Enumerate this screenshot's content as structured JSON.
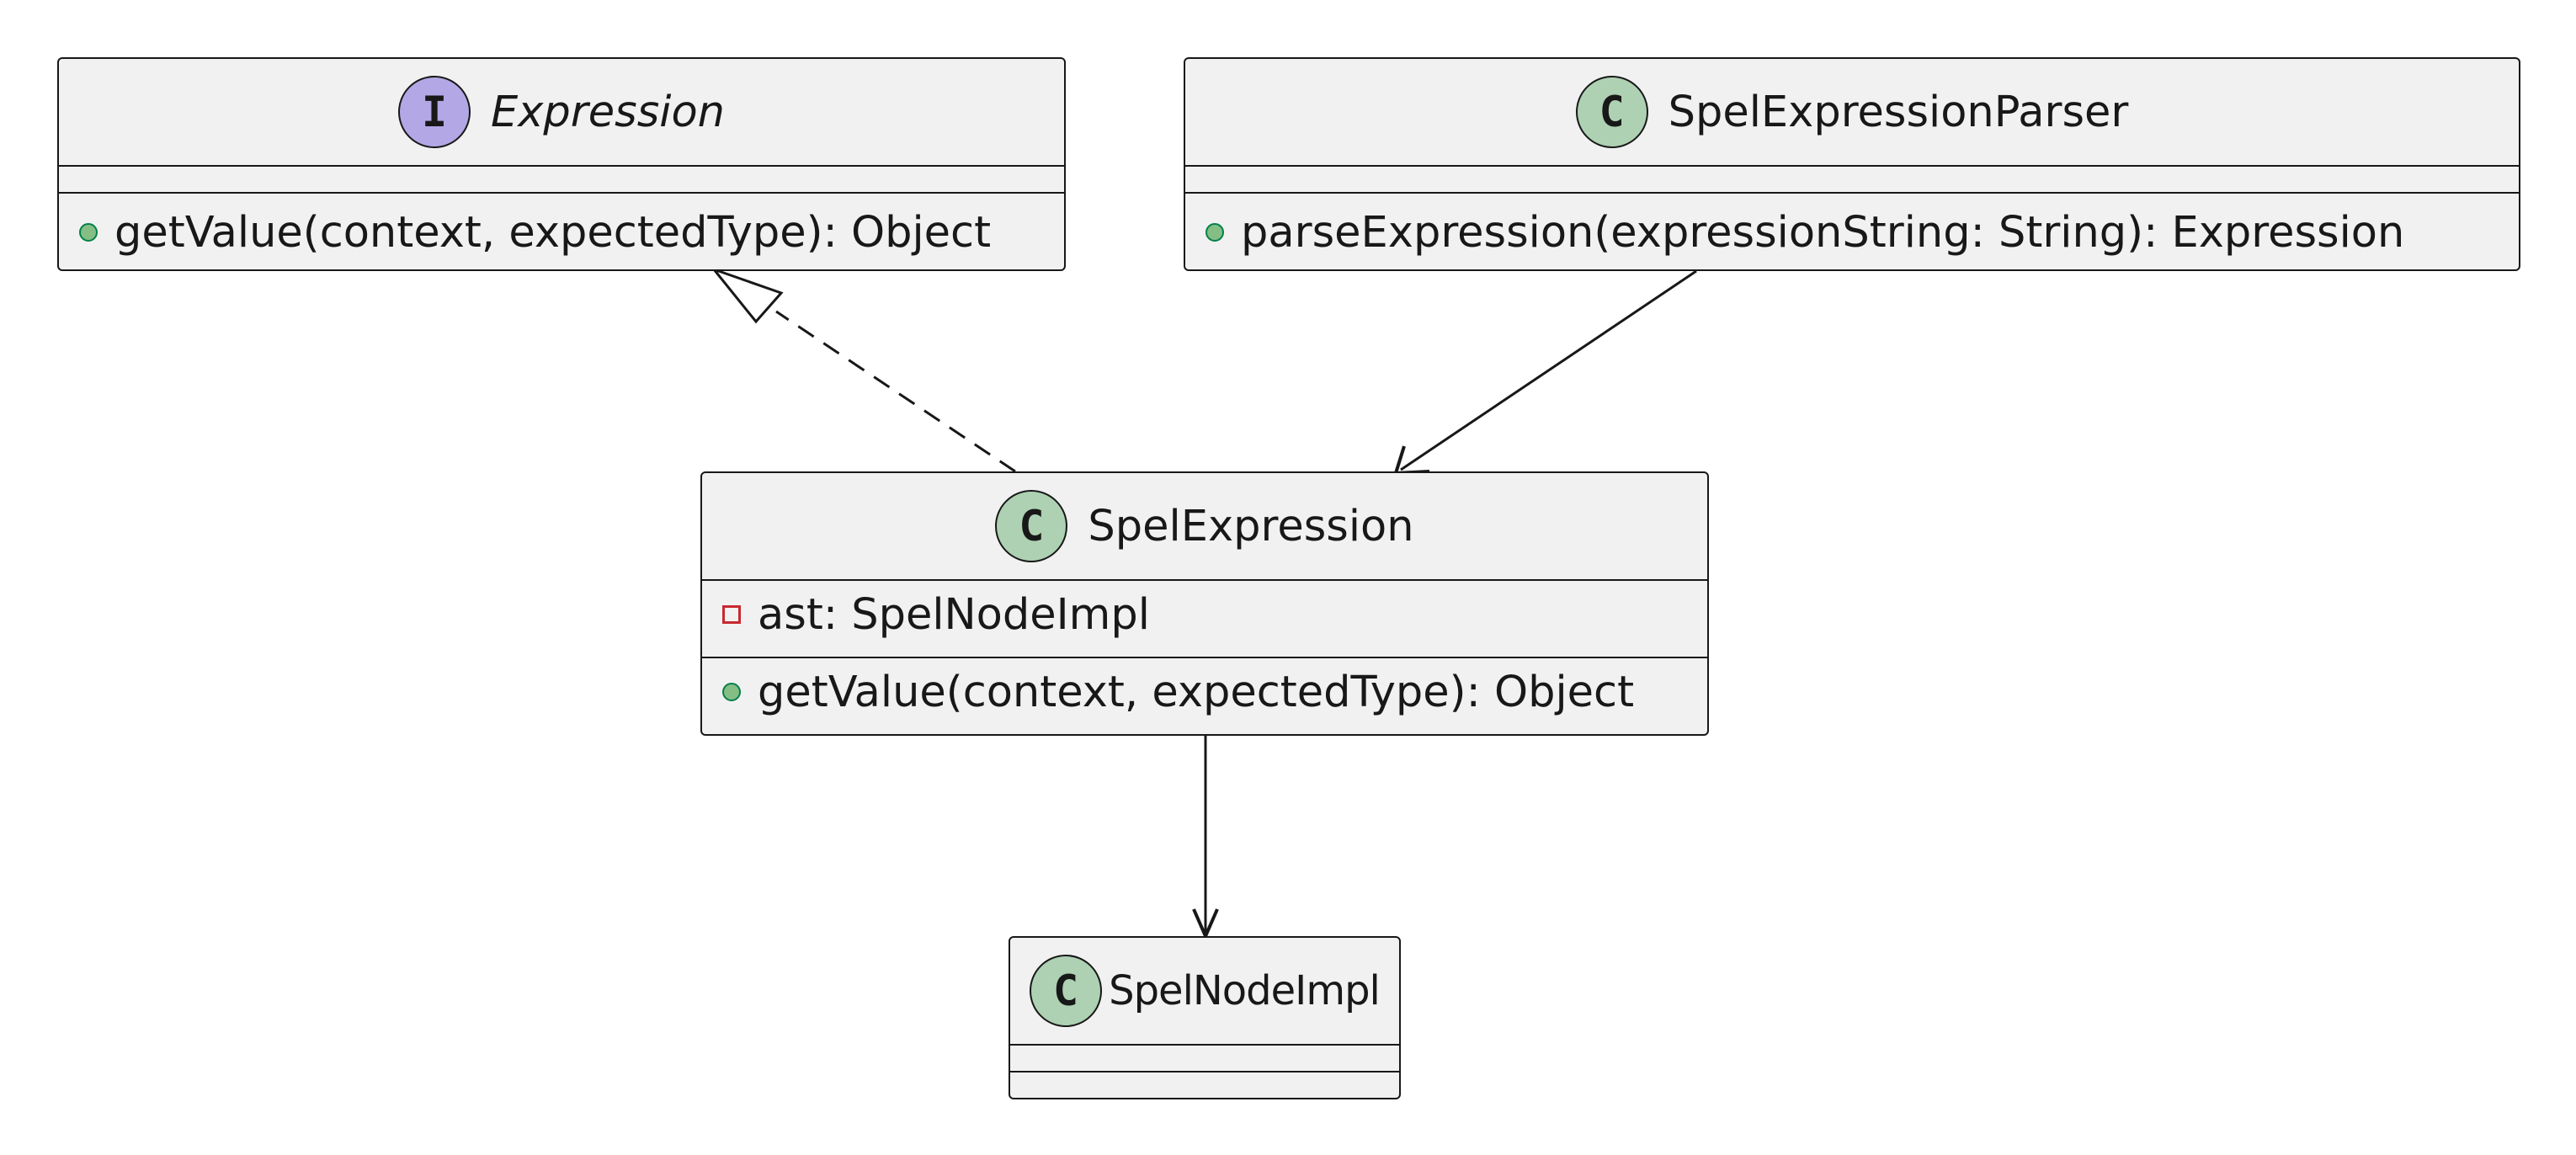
{
  "classes": {
    "expression": {
      "stereotype_letter": "I",
      "name": "Expression",
      "methods": [
        {
          "visibility": "public",
          "text": "getValue(context, expectedType): Object"
        }
      ]
    },
    "parser": {
      "stereotype_letter": "C",
      "name": "SpelExpressionParser",
      "methods": [
        {
          "visibility": "public",
          "text": "parseExpression(expressionString: String): Expression"
        }
      ]
    },
    "spel_expression": {
      "stereotype_letter": "C",
      "name": "SpelExpression",
      "fields": [
        {
          "visibility": "private",
          "text": "ast: SpelNodeImpl"
        }
      ],
      "methods": [
        {
          "visibility": "public",
          "text": "getValue(context, expectedType): Object"
        }
      ]
    },
    "node_impl": {
      "stereotype_letter": "C",
      "name": "SpelNodeImpl"
    }
  },
  "relations": [
    {
      "from": "SpelExpression",
      "to": "Expression",
      "kind": "realization"
    },
    {
      "from": "SpelExpressionParser",
      "to": "SpelExpression",
      "kind": "association"
    },
    {
      "from": "SpelExpression",
      "to": "SpelNodeImpl",
      "kind": "association"
    }
  ],
  "colors": {
    "interface_badge": "#b4a7e5",
    "class_badge": "#add1b2",
    "box_fill": "#f1f1f1",
    "line": "#181818",
    "public_marker": "#84be84",
    "private_marker": "#c82930"
  }
}
